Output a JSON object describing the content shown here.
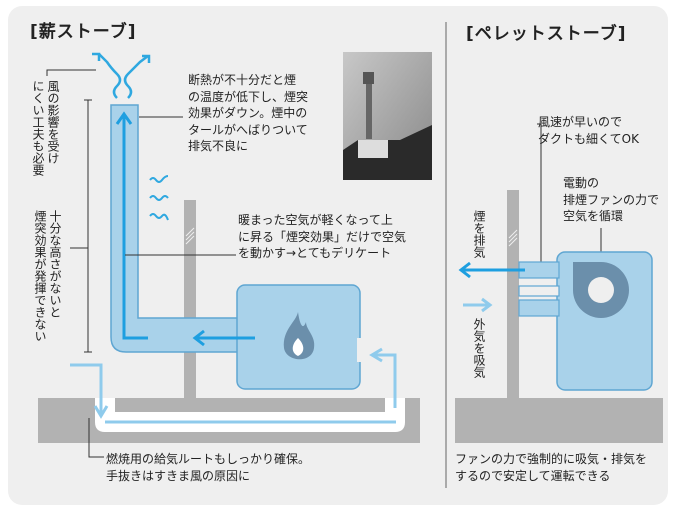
{
  "wood_stove": {
    "title": "[薪ストーブ]",
    "note_insulation": [
      "断熱が不十分だと煙",
      "の温度が低下し、煙突",
      "効果がダウン。煙中の",
      "タールがへばりついて",
      "排気不良に"
    ],
    "note_chimney_effect": [
      "暖まった空気が軽くなって上",
      "に昇る「煙突効果」だけで空気",
      "を動かす→とてもデリケート"
    ],
    "note_wind": [
      "風の影響を受け",
      "にくい工夫も必要"
    ],
    "note_height": [
      "十分な高さがないと",
      "煙突効果が発揮できない"
    ],
    "note_air_supply": [
      "燃焼用の給気ルートもしっかり確保。",
      "手抜きはすきま風の原因に"
    ]
  },
  "pellet_stove": {
    "title": "[ペレットストーブ]",
    "note_duct": [
      "風速が早いので",
      "ダクトも細くてOK"
    ],
    "note_fan": [
      "電動の",
      "排煙ファンの力で",
      "空気を循環"
    ],
    "label_exhaust": "煙を排気",
    "label_intake": "外気を吸気",
    "note_bottom": [
      "ファンの力で強制的に吸気・排気を",
      "するので安定して運転できる"
    ]
  },
  "colors": {
    "duct_fill": "#a9d2ea",
    "duct_stroke": "#5fa6d2",
    "arrow_dark": "#1e9fe0",
    "arrow_light": "#8fcbec",
    "wall": "#b2b2b2",
    "flame": "#6b8fab"
  }
}
